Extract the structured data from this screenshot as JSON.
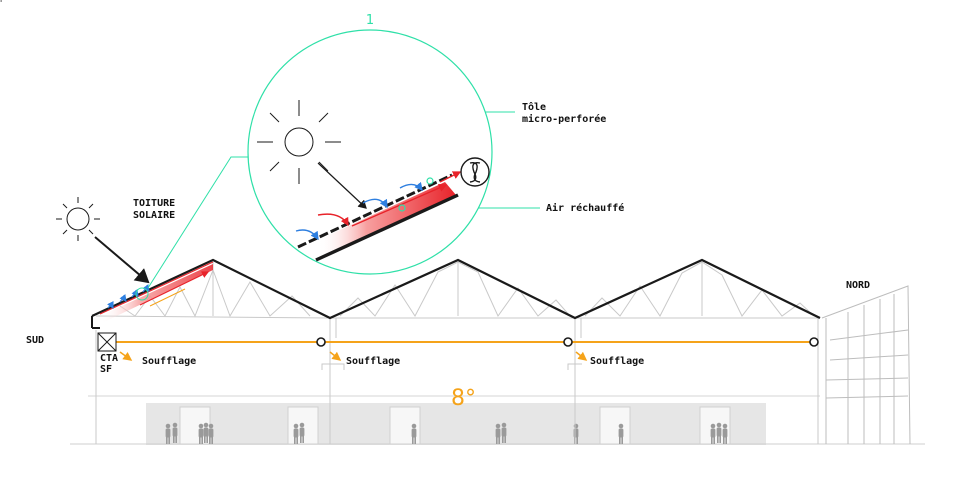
{
  "callout": {
    "number": "1",
    "panel_label_line1": "Tôle",
    "panel_label_line2": "micro-perforée",
    "air_label": "Air réchauffé"
  },
  "roof_label": {
    "line1": "TOITURE",
    "line2": "SOLAIRE"
  },
  "orientation": {
    "south": "SUD",
    "north": "NORD"
  },
  "unit": {
    "line1": "CTA",
    "line2": "SF"
  },
  "vents": [
    "Soufflage",
    "Soufflage",
    "Soufflage"
  ],
  "temperature": "8°",
  "colors": {
    "accent_green": "#2fe0a8",
    "supply_orange": "#f5a31a",
    "heated_red": "#e8232a",
    "cold_blue": "#2e7fe0",
    "structure": "#1a1a1a",
    "lines_grey": "#c8c8c8",
    "ground_grey": "#e4e4e4"
  },
  "icons": [
    "sun-icon",
    "fan-icon",
    "ventilation-unit-icon"
  ]
}
